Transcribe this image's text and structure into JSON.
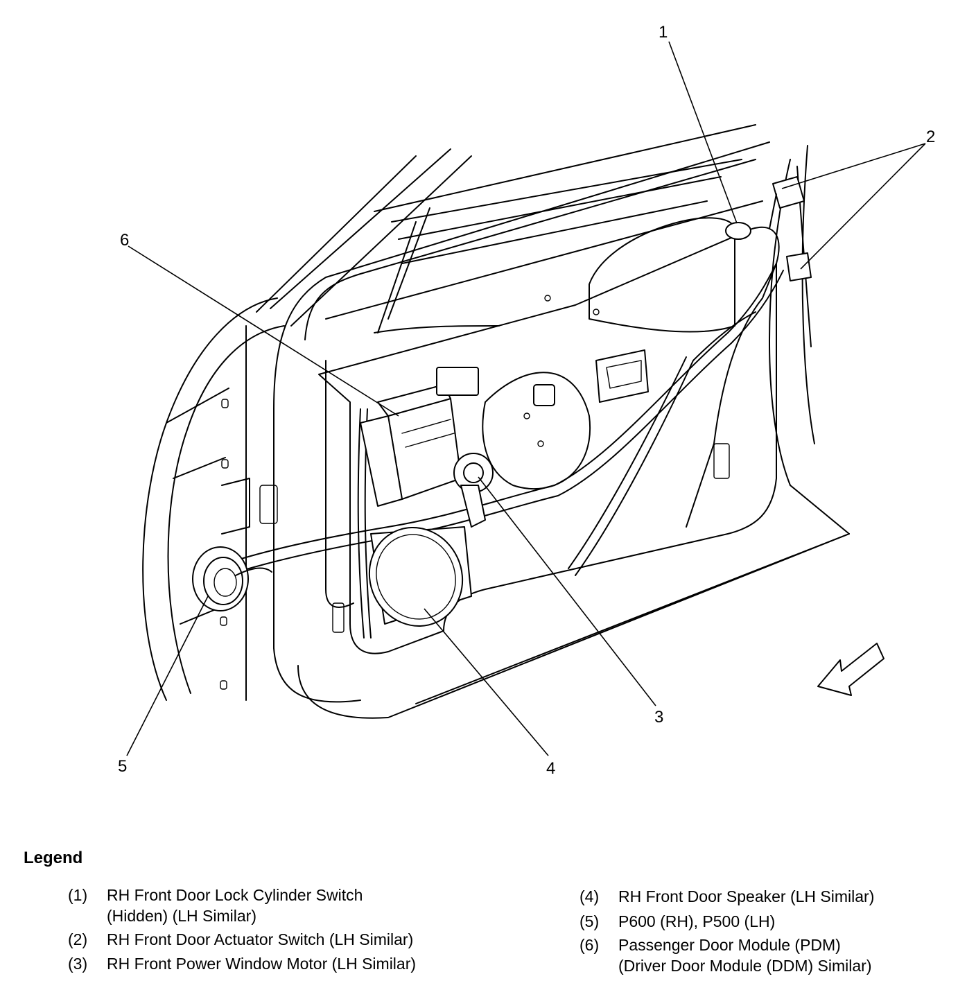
{
  "diagram": {
    "callouts": [
      "1",
      "2",
      "3",
      "4",
      "5",
      "6"
    ]
  },
  "legend": {
    "title": "Legend",
    "items": [
      {
        "num": "(1)",
        "line1": "RH Front Door Lock Cylinder Switch",
        "line2": "(Hidden) (LH Similar)"
      },
      {
        "num": "(2)",
        "line1": "RH Front Door Actuator Switch (LH Similar)",
        "line2": ""
      },
      {
        "num": "(3)",
        "line1": "RH Front Power Window Motor (LH Similar)",
        "line2": ""
      },
      {
        "num": "(4)",
        "line1": "RH Front Door Speaker (LH Similar)",
        "line2": ""
      },
      {
        "num": "(5)",
        "line1": "P600 (RH), P500 (LH)",
        "line2": ""
      },
      {
        "num": "(6)",
        "line1": "Passenger Door Module (PDM)",
        "line2": "(Driver Door Module (DDM) Similar)"
      }
    ]
  }
}
